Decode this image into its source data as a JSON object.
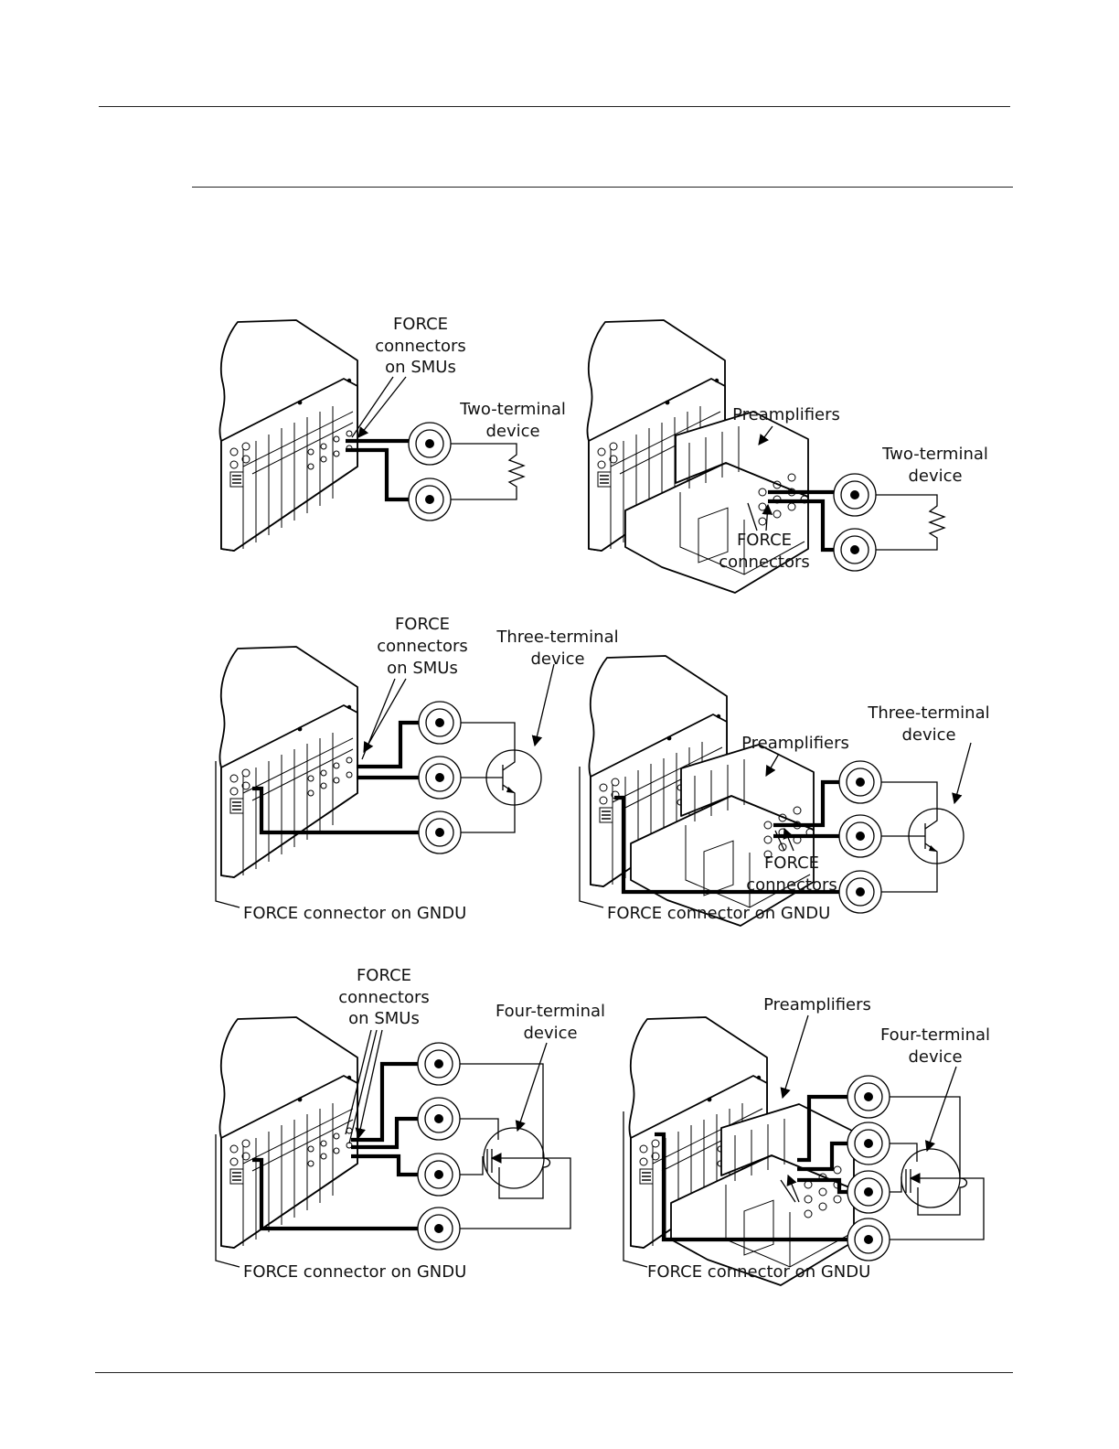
{
  "labels": {
    "force_on_smus": [
      "FORCE",
      "connectors",
      "on SMUs"
    ],
    "force_connectors": [
      "FORCE",
      "connectors"
    ],
    "preamplifiers": "Preamplifiers",
    "two_terminal": [
      "Two-terminal",
      "device"
    ],
    "three_terminal": [
      "Three-terminal",
      "device"
    ],
    "four_terminal": [
      "Four-terminal",
      "device"
    ],
    "gndu": "FORCE connector on GNDU"
  }
}
